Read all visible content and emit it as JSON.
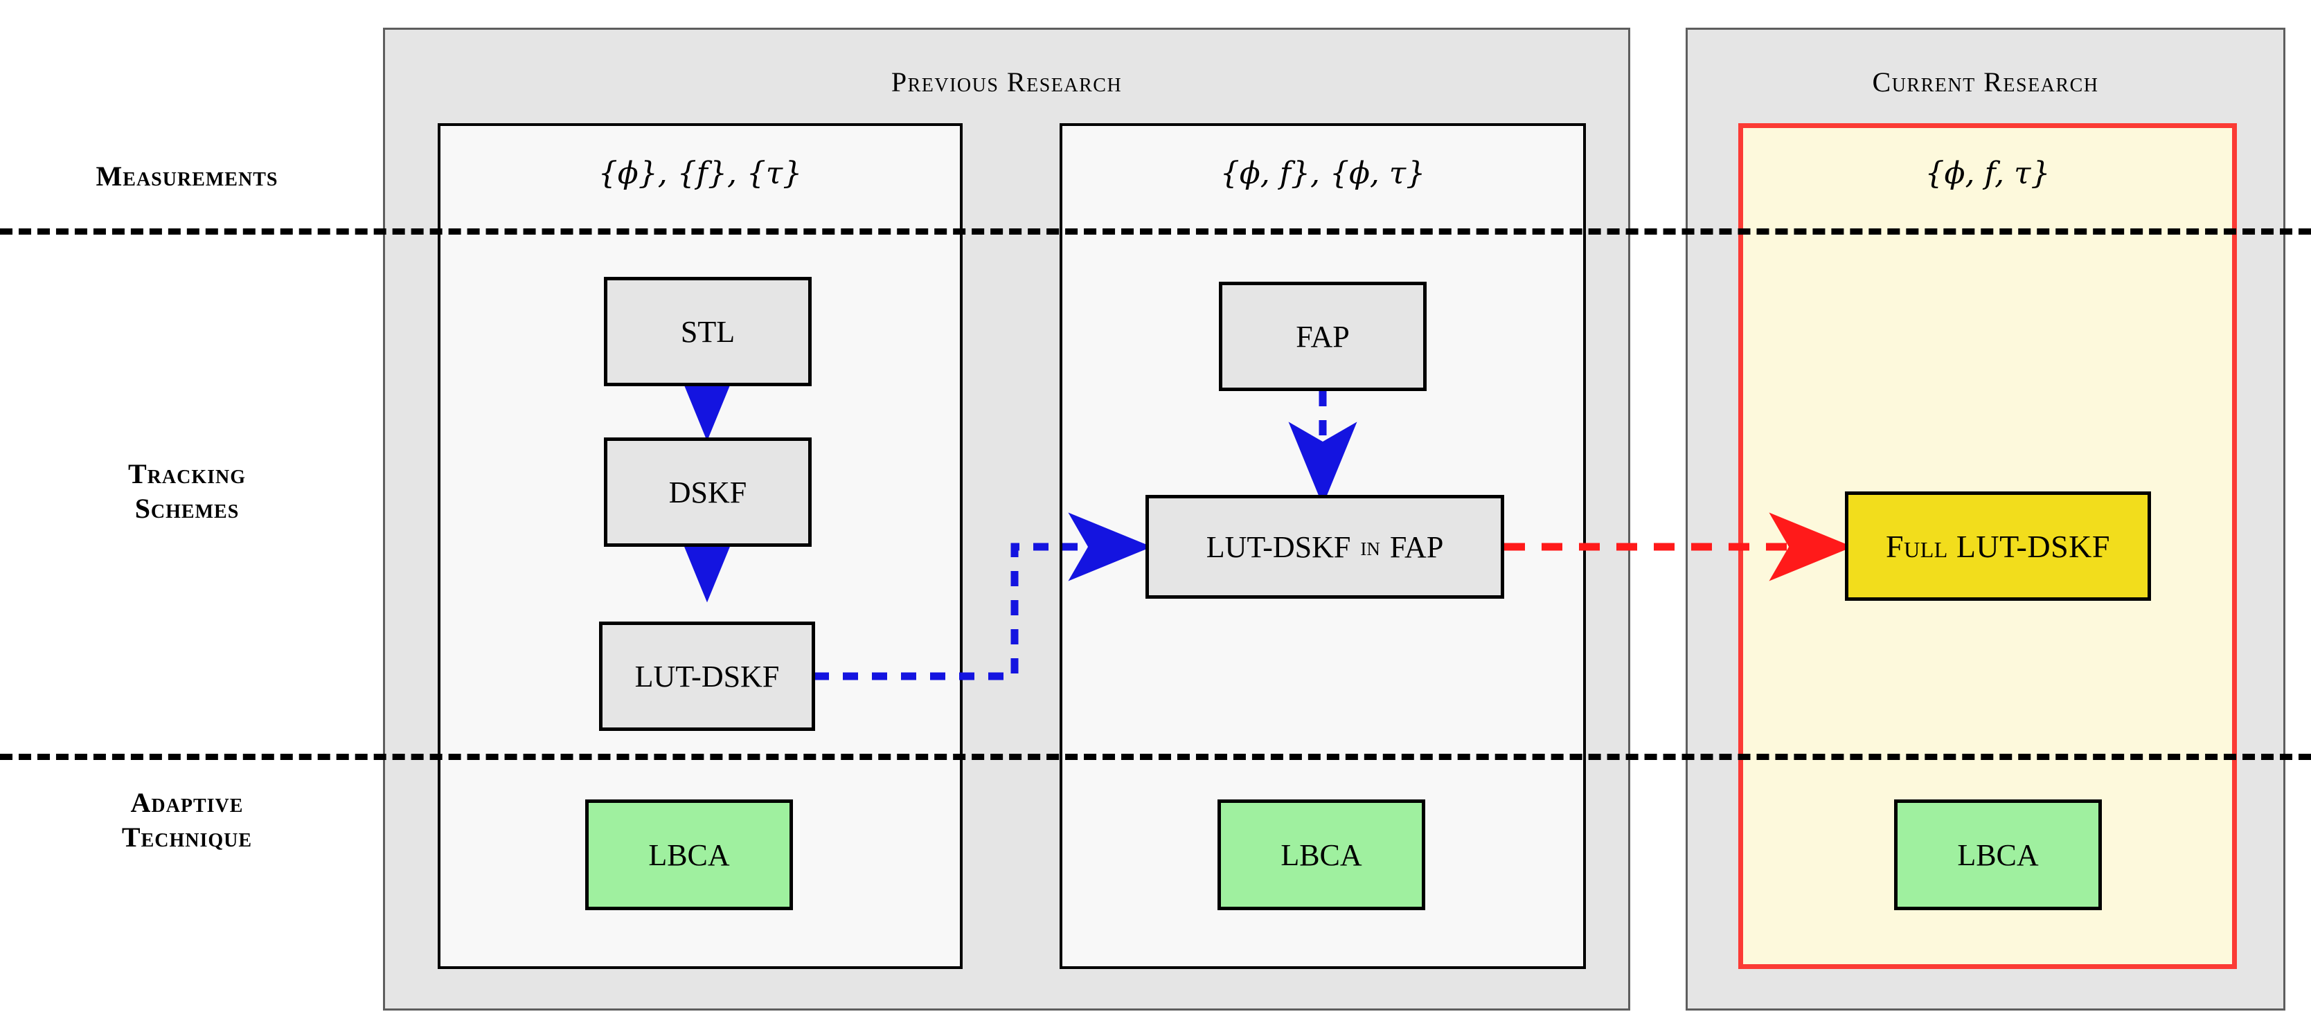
{
  "diagram": {
    "row_labels": [
      {
        "id": "measurements",
        "lines": [
          "Measurements"
        ]
      },
      {
        "id": "tracking-schemes",
        "lines": [
          "Tracking",
          "Schemes"
        ]
      },
      {
        "id": "adaptive-technique",
        "lines": [
          "Adaptive",
          "Technique"
        ]
      }
    ],
    "groups": [
      {
        "id": "previous-research",
        "title": "Previous Research"
      },
      {
        "id": "current-research",
        "title": "Current Research"
      }
    ],
    "columns": [
      {
        "id": "col-stl",
        "group": "previous-research",
        "measurement": "{ϕ}, {f}, {τ}",
        "nodes": [
          "STL",
          "DSKF",
          "LUT-DSKF"
        ],
        "adaptive": "LBCA"
      },
      {
        "id": "col-fap",
        "group": "previous-research",
        "measurement": "{ϕ, f}, {ϕ, τ}",
        "nodes": [
          "FAP",
          "LUT-DSKF in FAP"
        ],
        "adaptive": "LBCA"
      },
      {
        "id": "col-full",
        "group": "current-research",
        "measurement": "{ϕ, f, τ}",
        "nodes": [
          "Full LUT-DSKF"
        ],
        "adaptive": "LBCA"
      }
    ],
    "node_labels": {
      "stl": "STL",
      "dskf": "DSKF",
      "lut_dskf": "LUT-DSKF",
      "fap": "FAP",
      "lut_dskf_in_fap_main": "LUT-DSKF",
      "lut_dskf_in_fap_sc": "in",
      "lut_dskf_in_fap_tail": "FAP",
      "full_lut_dskf": "Full LUT-DSKF",
      "lbca_1": "LBCA",
      "lbca_2": "LBCA",
      "lbca_3": "LBCA"
    },
    "measurements": {
      "col1": "{ϕ}, {f}, {τ}",
      "col2": "{ϕ, f}, {ϕ, τ}",
      "col3": "{ϕ, f, τ}"
    },
    "colors": {
      "group_fill": "#e5e5e5",
      "group_border": "#5e5e5e",
      "panel_fill": "#f8f8f8",
      "panel_border": "#000000",
      "highlight_fill": "#fdf9dc",
      "highlight_border": "#fb3b35",
      "node_fill": "#e5e5e5",
      "node_green": "#9ff09f",
      "node_yellow": "#f2dd1c",
      "arrow_blue": "#1414e0",
      "arrow_red": "#ff1a1a",
      "divider": "#000000"
    },
    "connectors": [
      {
        "id": "stl-to-dskf",
        "from": "STL",
        "to": "DSKF",
        "color": "#1414e0",
        "style": "dashed"
      },
      {
        "id": "dskf-to-lut-dskf",
        "from": "DSKF",
        "to": "LUT-DSKF",
        "color": "#1414e0",
        "style": "dashed"
      },
      {
        "id": "lut-dskf-to-lut-dskf-in-fap",
        "from": "LUT-DSKF",
        "to": "LUT-DSKF in FAP",
        "color": "#1414e0",
        "style": "dashed"
      },
      {
        "id": "fap-to-lut-dskf-in-fap",
        "from": "FAP",
        "to": "LUT-DSKF in FAP",
        "color": "#1414e0",
        "style": "dashed"
      },
      {
        "id": "lut-dskf-in-fap-to-full-lut-dskf",
        "from": "LUT-DSKF in FAP",
        "to": "Full LUT-DSKF",
        "color": "#ff1a1a",
        "style": "dashed"
      }
    ]
  }
}
